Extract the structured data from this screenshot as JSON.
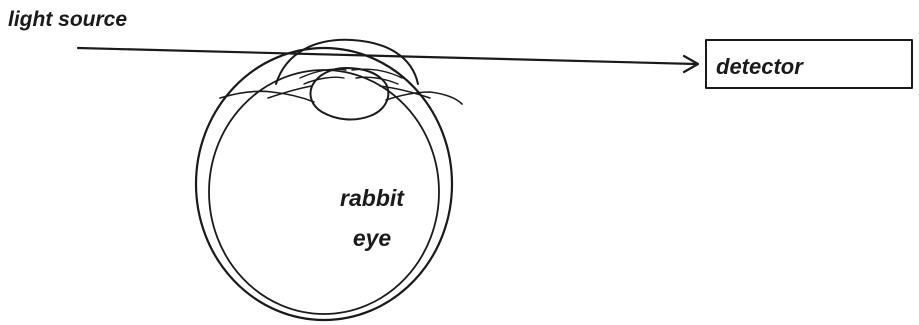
{
  "labels": {
    "light_source": "light source",
    "detector": "detector",
    "eye_line1": "rabbit",
    "eye_line2": "eye"
  },
  "colors": {
    "ink": "#1a1a1a",
    "background": "#ffffff"
  }
}
